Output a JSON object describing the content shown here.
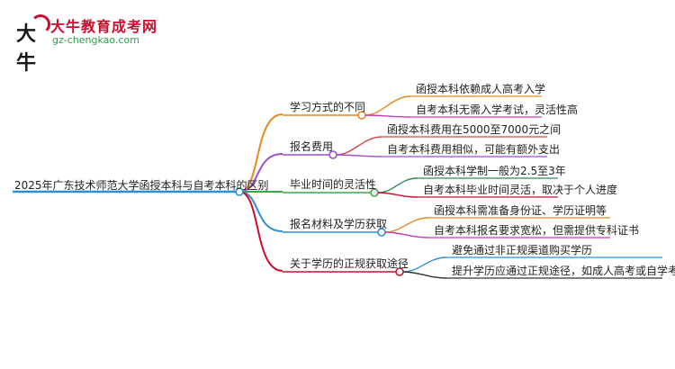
{
  "logo": {
    "title": "大牛教育成考网",
    "url": "gz-chengkao.com",
    "mark_text": "大牛"
  },
  "mindmap": {
    "root": "2025年广东技术师范大学函授本科与自考本科的区别",
    "branches": [
      {
        "label": "学习方式的不同",
        "color": "#e8891e",
        "children": [
          "函授本科依赖成人高考入学",
          "自考本科无需入学考试，灵活性高"
        ],
        "child_colors": [
          "#e8891e",
          "#c93bb8"
        ]
      },
      {
        "label": "报名费用",
        "color": "#9b4fd0",
        "children": [
          "函授本科费用在5000至7000元之间",
          "自考本科费用相似，可能有额外支出"
        ],
        "child_colors": [
          "#d64545",
          "#9b4fd0"
        ]
      },
      {
        "label": "毕业时间的灵活性",
        "color": "#3aa843",
        "children": [
          "函授本科学制一般为2.5至3年",
          "自考本科毕业时间灵活，取决于个人进度"
        ],
        "child_colors": [
          "#2e8b57",
          "#c8102e"
        ]
      },
      {
        "label": "报名材料及学历获取",
        "color": "#2b8fd1",
        "children": [
          "函授本科需准备身份证、学历证明等",
          "自考本科报名要求宽松，但需提供专科证书"
        ],
        "child_colors": [
          "#e8891e",
          "#c93bb8"
        ]
      },
      {
        "label": "关于学历的正规获取途径",
        "color": "#c8102e",
        "children": [
          "避免通过非正规渠道购买学历",
          "提升学历应通过正规途径，如成人高考或自学考试"
        ],
        "child_colors": [
          "#2b8fd1",
          "#333333"
        ]
      }
    ]
  }
}
